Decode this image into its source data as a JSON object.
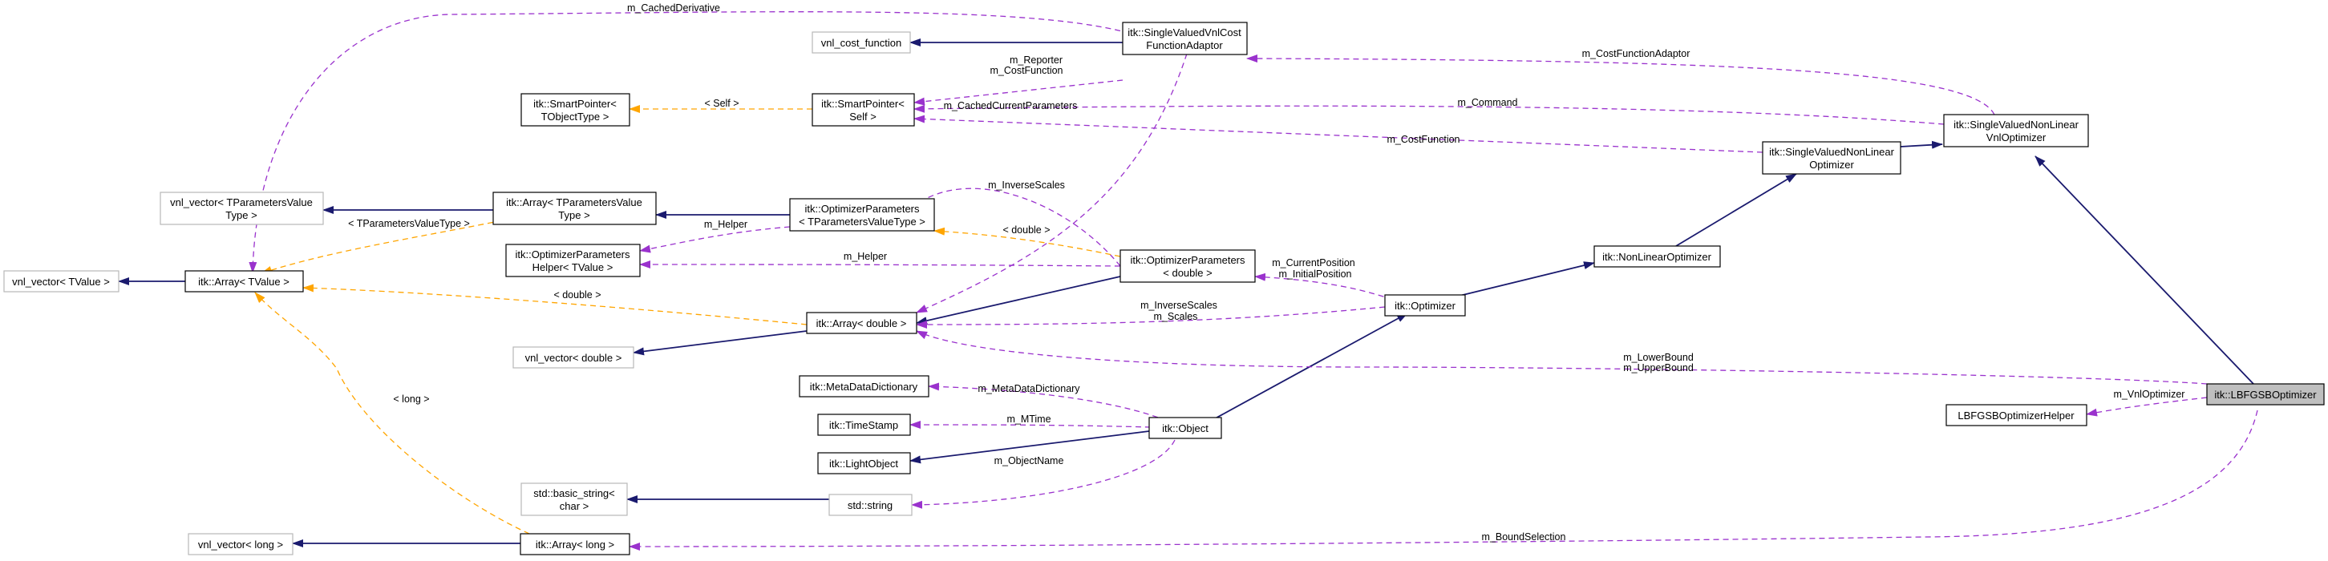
{
  "nodes": {
    "cost_function": {
      "lines": [
        "vnl_cost_function"
      ],
      "external": true
    },
    "svvcfa": {
      "lines": [
        "itk::SingleValuedVnlCost",
        "FunctionAdaptor"
      ]
    },
    "sp_tobject": {
      "lines": [
        "itk::SmartPointer<",
        "TObjectType >"
      ]
    },
    "sp_self": {
      "lines": [
        "itk::SmartPointer<",
        "Self >"
      ]
    },
    "vnl_vec_tparam": {
      "lines": [
        "vnl_vector< TParametersValue",
        "Type >"
      ],
      "external": true
    },
    "arr_tparam": {
      "lines": [
        "itk::Array< TParametersValue",
        "Type >"
      ]
    },
    "opt_params_t": {
      "lines": [
        "itk::OptimizerParameters",
        "< TParametersValueType >"
      ]
    },
    "vnl_vec_tvalue": {
      "lines": [
        "vnl_vector< TValue >"
      ],
      "external": true
    },
    "arr_tvalue": {
      "lines": [
        "itk::Array< TValue >"
      ]
    },
    "opt_params_helper": {
      "lines": [
        "itk::OptimizerParameters",
        "Helper< TValue >"
      ]
    },
    "opt_params_d": {
      "lines": [
        "itk::OptimizerParameters",
        "< double >"
      ]
    },
    "arr_double": {
      "lines": [
        "itk::Array< double >"
      ]
    },
    "vnl_vec_double": {
      "lines": [
        "vnl_vector< double >"
      ],
      "external": true
    },
    "meta_dict": {
      "lines": [
        "itk::MetaDataDictionary"
      ]
    },
    "timestamp": {
      "lines": [
        "itk::TimeStamp"
      ]
    },
    "light_object": {
      "lines": [
        "itk::LightObject"
      ]
    },
    "object": {
      "lines": [
        "itk::Object"
      ]
    },
    "basic_string": {
      "lines": [
        "std::basic_string<",
        "char >"
      ],
      "external": true
    },
    "std_string": {
      "lines": [
        "std::string"
      ],
      "external": true
    },
    "vnl_vec_long": {
      "lines": [
        "vnl_vector< long >"
      ],
      "external": true
    },
    "arr_long": {
      "lines": [
        "itk::Array< long >"
      ]
    },
    "optimizer": {
      "lines": [
        "itk::Optimizer"
      ]
    },
    "nonlinear_opt": {
      "lines": [
        "itk::NonLinearOptimizer"
      ]
    },
    "svnl_opt": {
      "lines": [
        "itk::SingleValuedNonLinear",
        "Optimizer"
      ]
    },
    "svnl_vnl_opt": {
      "lines": [
        "itk::SingleValuedNonLinear",
        "VnlOptimizer"
      ]
    },
    "lbfgsb_helper": {
      "lines": [
        "LBFGSBOptimizerHelper"
      ]
    },
    "lbfgsb": {
      "lines": [
        "itk::LBFGSBOptimizer"
      ],
      "focus": true
    }
  },
  "edge_labels": {
    "cached_derivative": "m_CachedDerivative",
    "reporter": "m_Reporter",
    "cost_function_lbl": "m_CostFunction",
    "self_tmpl": "< Self >",
    "cached_params": "m_CachedCurrentParameters",
    "cost_fn_adaptor": "m_CostFunctionAdaptor",
    "command": "m_Command",
    "cost_function_long": "m_CostFunction",
    "inverse_scales": "m_InverseScales",
    "tparam_value_type": "< TParametersValueType >",
    "helper1": "m_Helper",
    "double_tmpl1": "< double >",
    "helper2": "m_Helper",
    "double_tmpl2": "< double >",
    "current_position": "m_CurrentPosition",
    "initial_position": "m_InitialPosition",
    "inverse_scales2": "m_InverseScales",
    "scales": "m_Scales",
    "lower_bound": "m_LowerBound",
    "upper_bound": "m_UpperBound",
    "meta_data_dictionary": "m_MetaDataDictionary",
    "mtime": "m_MTime",
    "object_name": "m_ObjectName",
    "long_tmpl": "< long >",
    "vnl_optimizer": "m_VnlOptimizer",
    "bound_selection": "m_BoundSelection"
  },
  "colors": {
    "inheritance": "#1a1a6e",
    "usage": "#9a32cd",
    "template": "#ffa500",
    "external_border": "#b8b8b8",
    "focus_fill": "#bfbfbf"
  }
}
